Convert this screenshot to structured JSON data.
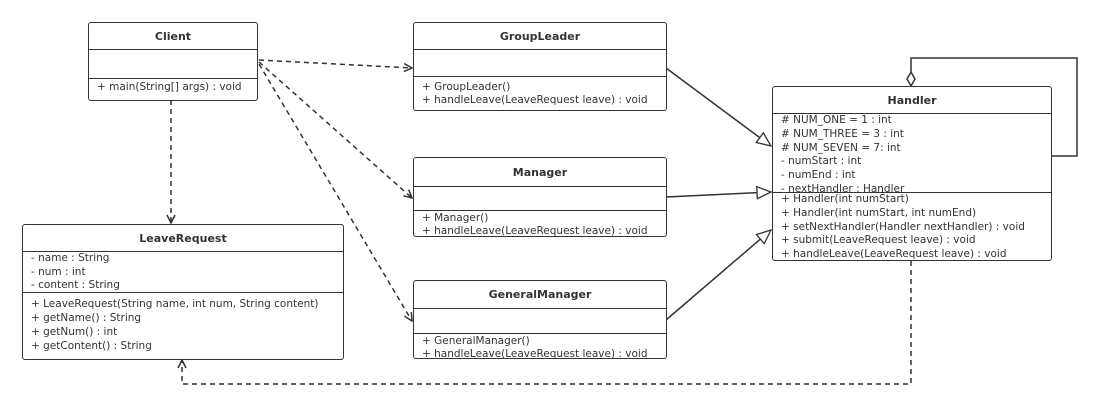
{
  "classes": {
    "client": {
      "name": "Client",
      "attributes": [],
      "methods": [
        "+ main(String[] args) : void"
      ]
    },
    "group_leader": {
      "name": "GroupLeader",
      "attributes": [],
      "methods": [
        "+ GroupLeader()",
        "+ handleLeave(LeaveRequest leave) : void"
      ]
    },
    "manager": {
      "name": "Manager",
      "attributes": [],
      "methods": [
        "+ Manager()",
        "+ handleLeave(LeaveRequest leave) : void"
      ]
    },
    "general_manager": {
      "name": "GeneralManager",
      "attributes": [],
      "methods": [
        "+ GeneralManager()",
        "+ handleLeave(LeaveRequest leave) : void"
      ]
    },
    "leave_request": {
      "name": "LeaveRequest",
      "attributes": [
        "- name : String",
        "- num : int",
        "- content : String"
      ],
      "methods": [
        "+ LeaveRequest(String name, int num, String content)",
        "+ getName() : String",
        "+ getNum() : int",
        "+ getContent() : String"
      ]
    },
    "handler": {
      "name": "Handler",
      "attributes": [
        "# NUM_ONE = 1 :   int",
        "# NUM_THREE = 3 :   int",
        "# NUM_SEVEN = 7:   int",
        "- numStart :   int",
        "- numEnd :   int",
        "- nextHandler :   Handler"
      ],
      "methods": [
        "+ Handler(int numStart)",
        "+ Handler(int numStart, int numEnd)",
        "+ setNextHandler(Handler nextHandler) :   void",
        "+ submit(LeaveRequest leave) :   void",
        "+ handleLeave(LeaveRequest leave) :   void"
      ]
    }
  },
  "relations": [
    {
      "from": "Client",
      "to": "GroupLeader",
      "type": "dependency"
    },
    {
      "from": "Client",
      "to": "Manager",
      "type": "dependency"
    },
    {
      "from": "Client",
      "to": "GeneralManager",
      "type": "dependency"
    },
    {
      "from": "Client",
      "to": "LeaveRequest",
      "type": "dependency"
    },
    {
      "from": "GroupLeader",
      "to": "Handler",
      "type": "generalization"
    },
    {
      "from": "Manager",
      "to": "Handler",
      "type": "generalization"
    },
    {
      "from": "GeneralManager",
      "to": "Handler",
      "type": "generalization"
    },
    {
      "from": "Handler",
      "to": "LeaveRequest",
      "type": "dependency"
    },
    {
      "from": "Handler",
      "to": "Handler",
      "type": "aggregation"
    }
  ],
  "colors": {
    "line": "#333333",
    "background": "#ffffff"
  }
}
